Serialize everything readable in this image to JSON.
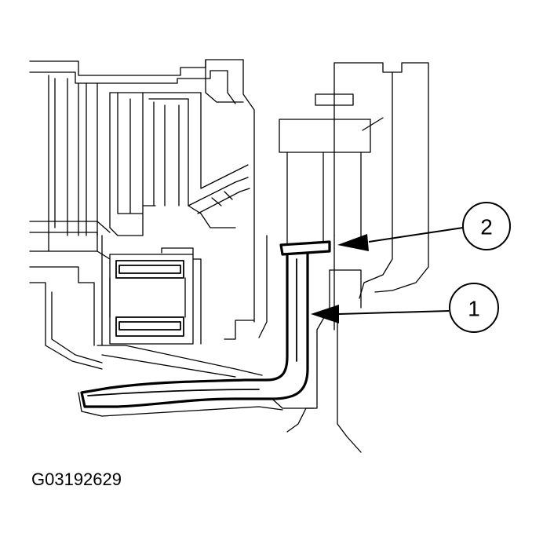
{
  "callouts": [
    {
      "label": "2"
    },
    {
      "label": "1"
    }
  ],
  "figure_id": "G03192629"
}
